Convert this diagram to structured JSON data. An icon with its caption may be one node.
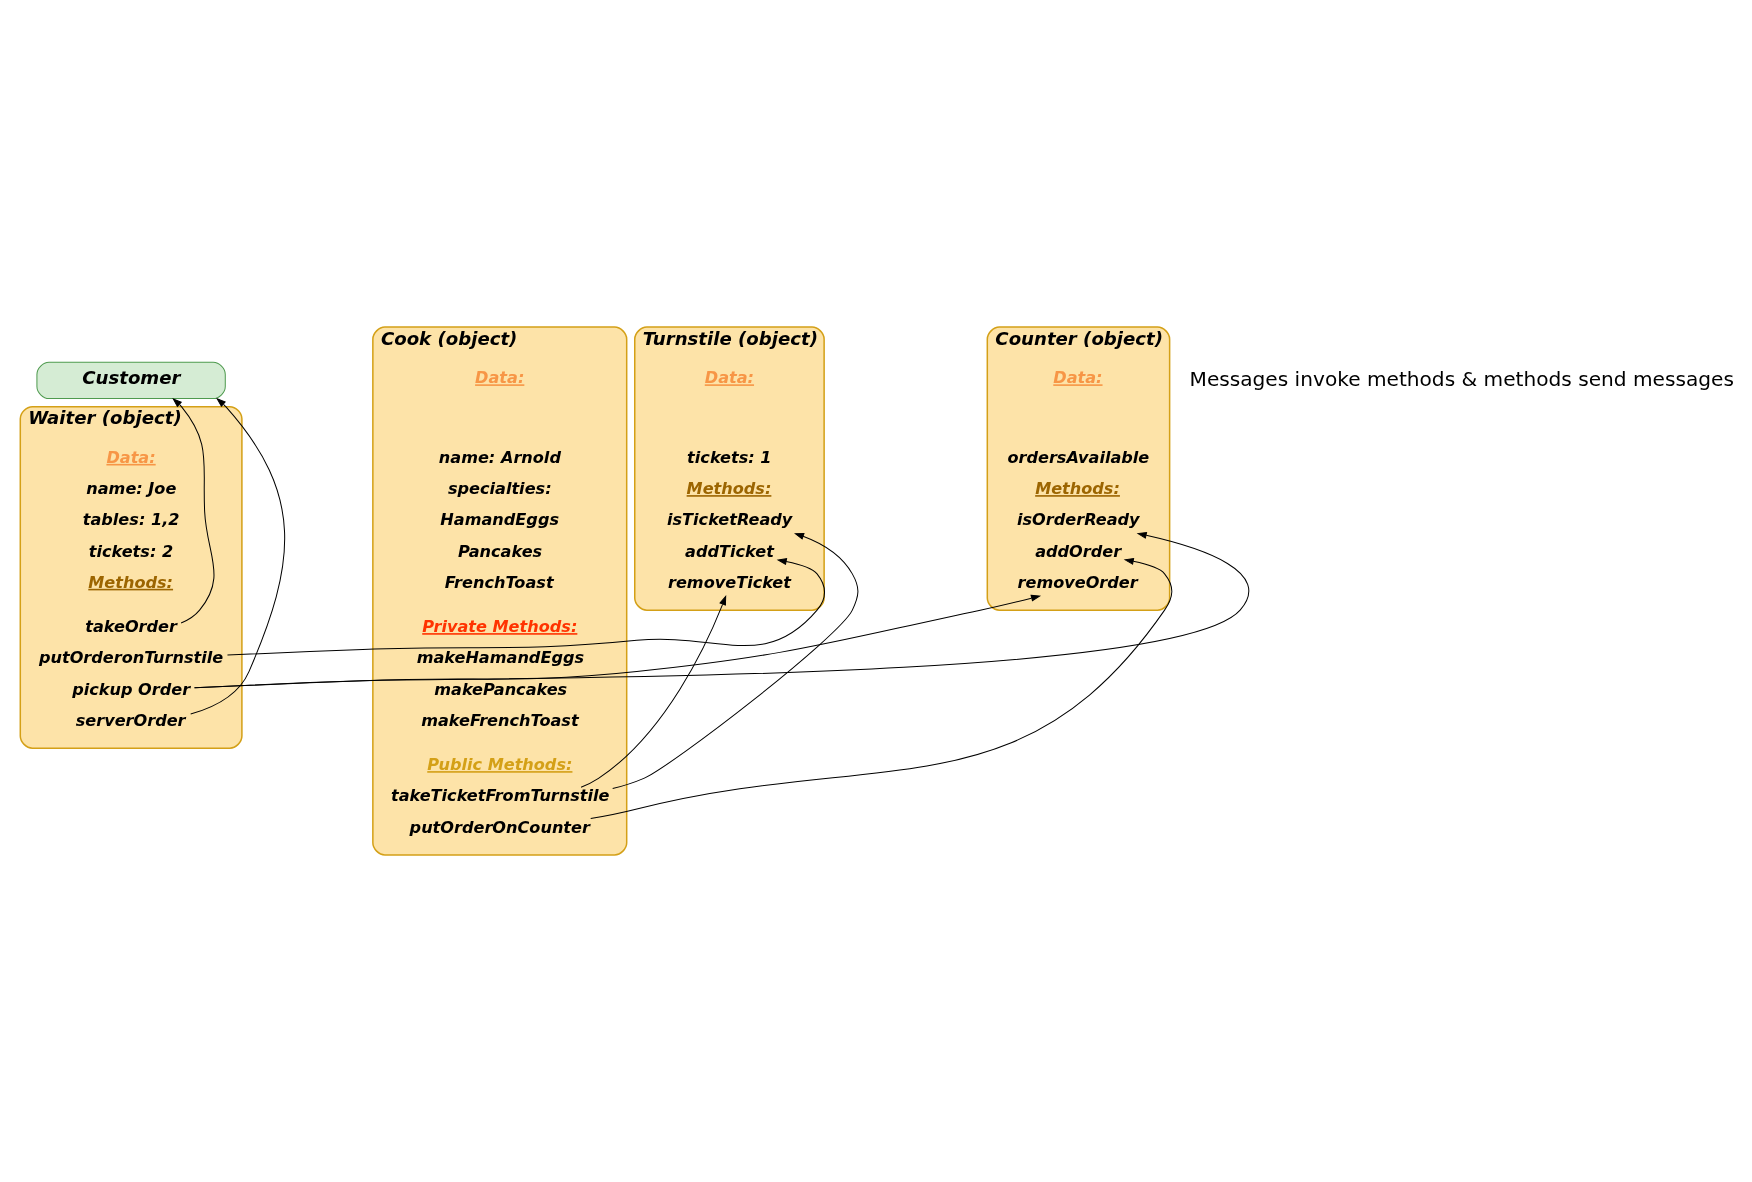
{
  "diagram": {
    "nodes": [
      {
        "text": [
          "Customer"
        ]
      },
      {
        "text": [
          "Waiter (object)"
        ]
      },
      {
        "text": [
          "Data:"
        ],
        "in": 1
      },
      {
        "text": [
          "name: Joe"
        ],
        "in": 1
      },
      {
        "text": [
          "tables: 1,2"
        ],
        "in": 1
      },
      {
        "text": [
          "tickets: 2"
        ],
        "in": 1
      },
      {
        "text": [
          "Methods:"
        ],
        "in": 1
      },
      {
        "text": [
          "takeOrder"
        ],
        "in": 1
      },
      {
        "text": [
          "putOrderonTurnstile"
        ],
        "in": 1
      },
      {
        "text": [
          "pickup Order"
        ],
        "in": 1
      },
      {
        "text": [
          "serverOrder"
        ],
        "in": 1
      },
      {
        "text": [
          "Turnstile (object)"
        ]
      },
      {
        "text": [
          "Data:"
        ],
        "in": 11
      },
      {
        "text": [
          "tickets: 1"
        ],
        "in": 11
      },
      {
        "text": [
          "Methods:"
        ],
        "in": 11
      },
      {
        "text": [
          "isTicketReady"
        ],
        "in": 11
      },
      {
        "text": [
          "addTicket"
        ],
        "in": 11
      },
      {
        "text": [
          "removeTicket"
        ],
        "in": 11
      },
      {
        "text": [
          "Counter (object)"
        ]
      },
      {
        "text": [
          "Data:"
        ],
        "in": 18
      },
      {
        "text": [
          "ordersAvailable"
        ],
        "in": 18
      },
      {
        "text": [
          "Methods:"
        ],
        "in": 18
      },
      {
        "text": [
          "isOrderReady"
        ],
        "in": 18
      },
      {
        "text": [
          "addOrder"
        ],
        "in": 18
      },
      {
        "text": [
          "removeOrder"
        ],
        "in": 18
      },
      {
        "text": [
          "Cook (object)"
        ]
      },
      {
        "text": [
          "Data:"
        ],
        "in": 25
      },
      {
        "text": [
          "name: Arnold"
        ],
        "in": 25
      },
      {
        "text": [
          "specialties:"
        ],
        "in": 25
      },
      {
        "text": [
          "HamandEggs"
        ],
        "in": 25
      },
      {
        "text": [
          "Pancakes"
        ],
        "in": 25
      },
      {
        "text": [
          "FrenchToast"
        ],
        "in": 25
      },
      {
        "text": [
          "Private Methods:"
        ],
        "in": 25
      },
      {
        "text": [
          "makeHamandEggs"
        ],
        "in": 25
      },
      {
        "text": [
          "makePancakes"
        ],
        "in": 25
      },
      {
        "text": [
          "makeFrenchToast"
        ],
        "in": 25
      },
      {
        "text": [
          "Public Methods:"
        ],
        "in": 25
      },
      {
        "text": [
          "takeTicketFromTurnstile"
        ],
        "in": 25
      },
      {
        "text": [
          "putOrderOnCounter"
        ],
        "in": 25
      }
    ],
    "edges": [
      {
        "from": 7,
        "to": 0,
        "arrow": "to"
      },
      {
        "from": 10,
        "to": 0,
        "arrow": "to"
      },
      {
        "from": 8,
        "to": 16,
        "arrow": "to"
      },
      {
        "from": 9,
        "to": 22,
        "arrow": "to"
      },
      {
        "from": 9,
        "to": 24,
        "arrow": "to"
      },
      {
        "from": 37,
        "to": 15,
        "arrow": "to"
      },
      {
        "from": 37,
        "to": 17,
        "arrow": "to"
      },
      {
        "from": 38,
        "to": 23,
        "arrow": "to"
      }
    ],
    "labels": [
      "Messages invoke methods & methods send messages"
    ]
  }
}
